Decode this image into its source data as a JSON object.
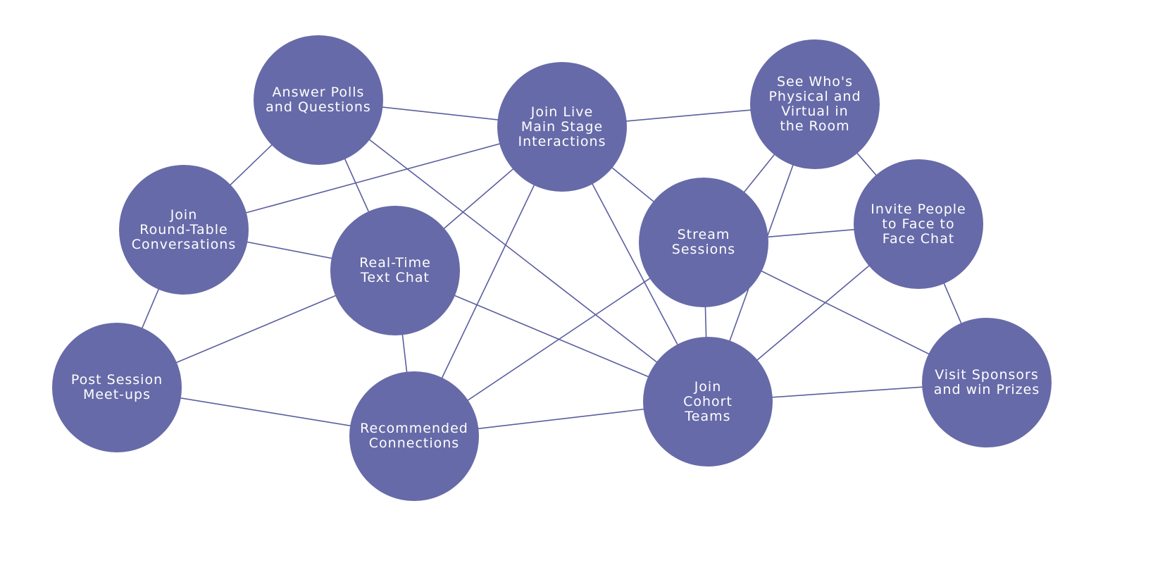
{
  "colors": {
    "node_fill": "#666aa8",
    "edge_stroke": "#5a5e9e",
    "label_text": "#ffffff",
    "background": "#ffffff"
  },
  "nodes": [
    {
      "id": "answer-polls",
      "label": "Answer Polls\nand Questions"
    },
    {
      "id": "join-live",
      "label": "Join Live\nMain Stage\nInteractions"
    },
    {
      "id": "see-who",
      "label": "See Who's\nPhysical and\nVirtual in\nthe Room"
    },
    {
      "id": "round-table",
      "label": "Join\nRound-Table\nConversations"
    },
    {
      "id": "real-time-chat",
      "label": "Real-Time\nText Chat"
    },
    {
      "id": "stream-sessions",
      "label": "Stream\nSessions"
    },
    {
      "id": "invite-people",
      "label": "Invite People\nto Face to\nFace Chat"
    },
    {
      "id": "post-session",
      "label": "Post Session\nMeet-ups"
    },
    {
      "id": "recommended",
      "label": "Recommended\nConnections"
    },
    {
      "id": "cohort-teams",
      "label": "Join\nCohort\nTeams"
    },
    {
      "id": "sponsors",
      "label": "Visit Sponsors\nand win Prizes"
    }
  ],
  "edges": [
    [
      "answer-polls",
      "join-live"
    ],
    [
      "answer-polls",
      "round-table"
    ],
    [
      "answer-polls",
      "real-time-chat"
    ],
    [
      "answer-polls",
      "cohort-teams"
    ],
    [
      "join-live",
      "see-who"
    ],
    [
      "join-live",
      "round-table"
    ],
    [
      "join-live",
      "real-time-chat"
    ],
    [
      "join-live",
      "recommended"
    ],
    [
      "join-live",
      "stream-sessions"
    ],
    [
      "join-live",
      "cohort-teams"
    ],
    [
      "see-who",
      "stream-sessions"
    ],
    [
      "see-who",
      "invite-people"
    ],
    [
      "see-who",
      "cohort-teams"
    ],
    [
      "round-table",
      "real-time-chat"
    ],
    [
      "round-table",
      "post-session"
    ],
    [
      "real-time-chat",
      "post-session"
    ],
    [
      "real-time-chat",
      "recommended"
    ],
    [
      "real-time-chat",
      "cohort-teams"
    ],
    [
      "stream-sessions",
      "invite-people"
    ],
    [
      "stream-sessions",
      "recommended"
    ],
    [
      "stream-sessions",
      "cohort-teams"
    ],
    [
      "stream-sessions",
      "sponsors"
    ],
    [
      "invite-people",
      "cohort-teams"
    ],
    [
      "invite-people",
      "sponsors"
    ],
    [
      "post-session",
      "recommended"
    ],
    [
      "recommended",
      "cohort-teams"
    ],
    [
      "cohort-teams",
      "sponsors"
    ]
  ]
}
